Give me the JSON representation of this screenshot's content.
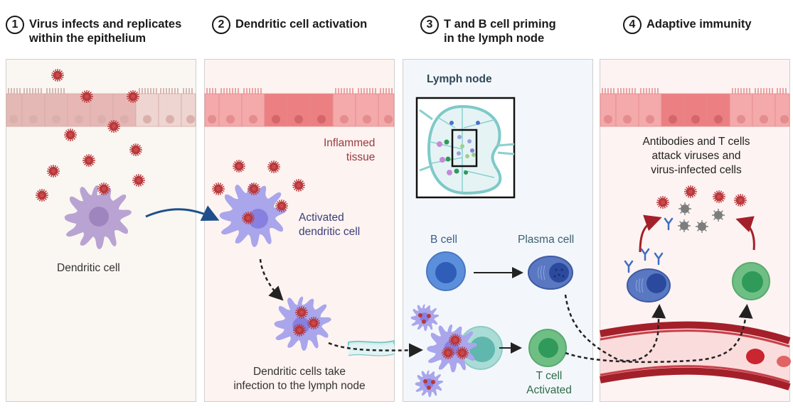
{
  "steps": [
    {
      "number": "1",
      "title_line1": "Virus infects and replicates",
      "title_line2": "within the epithelium"
    },
    {
      "number": "2",
      "title_line1": "Dendritic cell activation",
      "title_line2": ""
    },
    {
      "number": "3",
      "title_line1": "T and B cell priming",
      "title_line2": "in the lymph node"
    },
    {
      "number": "4",
      "title_line1": "Adaptive immunity",
      "title_line2": ""
    }
  ],
  "panel1": {
    "dendritic_cell_label": "Dendritic cell"
  },
  "panel2": {
    "inflamed_line1": "Inflammed",
    "inflamed_line2": "tissue",
    "activated_line1": "Activated",
    "activated_line2": "dendritic cell",
    "migrate_line1": "Dendritic cells take",
    "migrate_line2": "infection to the lymph node"
  },
  "panel3": {
    "lymph_node_title": "Lymph node",
    "b_cell_label": "B cell",
    "plasma_cell_label": "Plasma cell",
    "t_cell_line1": "T cell",
    "t_cell_line2": "Activated"
  },
  "panel4": {
    "attack_line1": "Antibodies and T cells",
    "attack_line2": "attack viruses and",
    "attack_line3": "virus-infected cells"
  },
  "colors": {
    "virus": "#b8373a",
    "virus_neutralized": "#7d7d7d",
    "dendritic_cell": "#b9a3d3",
    "activated_dendritic_cell": "#a9a6ec",
    "epithelium_healthy": "#efd5d1",
    "epithelium_inflamed": "#f3a1a3",
    "b_cell": "#5b8fdb",
    "plasma_cell": "#4b6db5",
    "t_cell": "#6fbf85",
    "blood_vessel": "#a3202a",
    "lymph_node": "#7ec9c8",
    "label_red": "#9a3a40",
    "label_blue": "#3a3f7a",
    "label_green": "#2f6b4a",
    "label_teal": "#3b6070",
    "arrow_blue": "#1f4f8a",
    "arrow_red": "#a3202a"
  }
}
